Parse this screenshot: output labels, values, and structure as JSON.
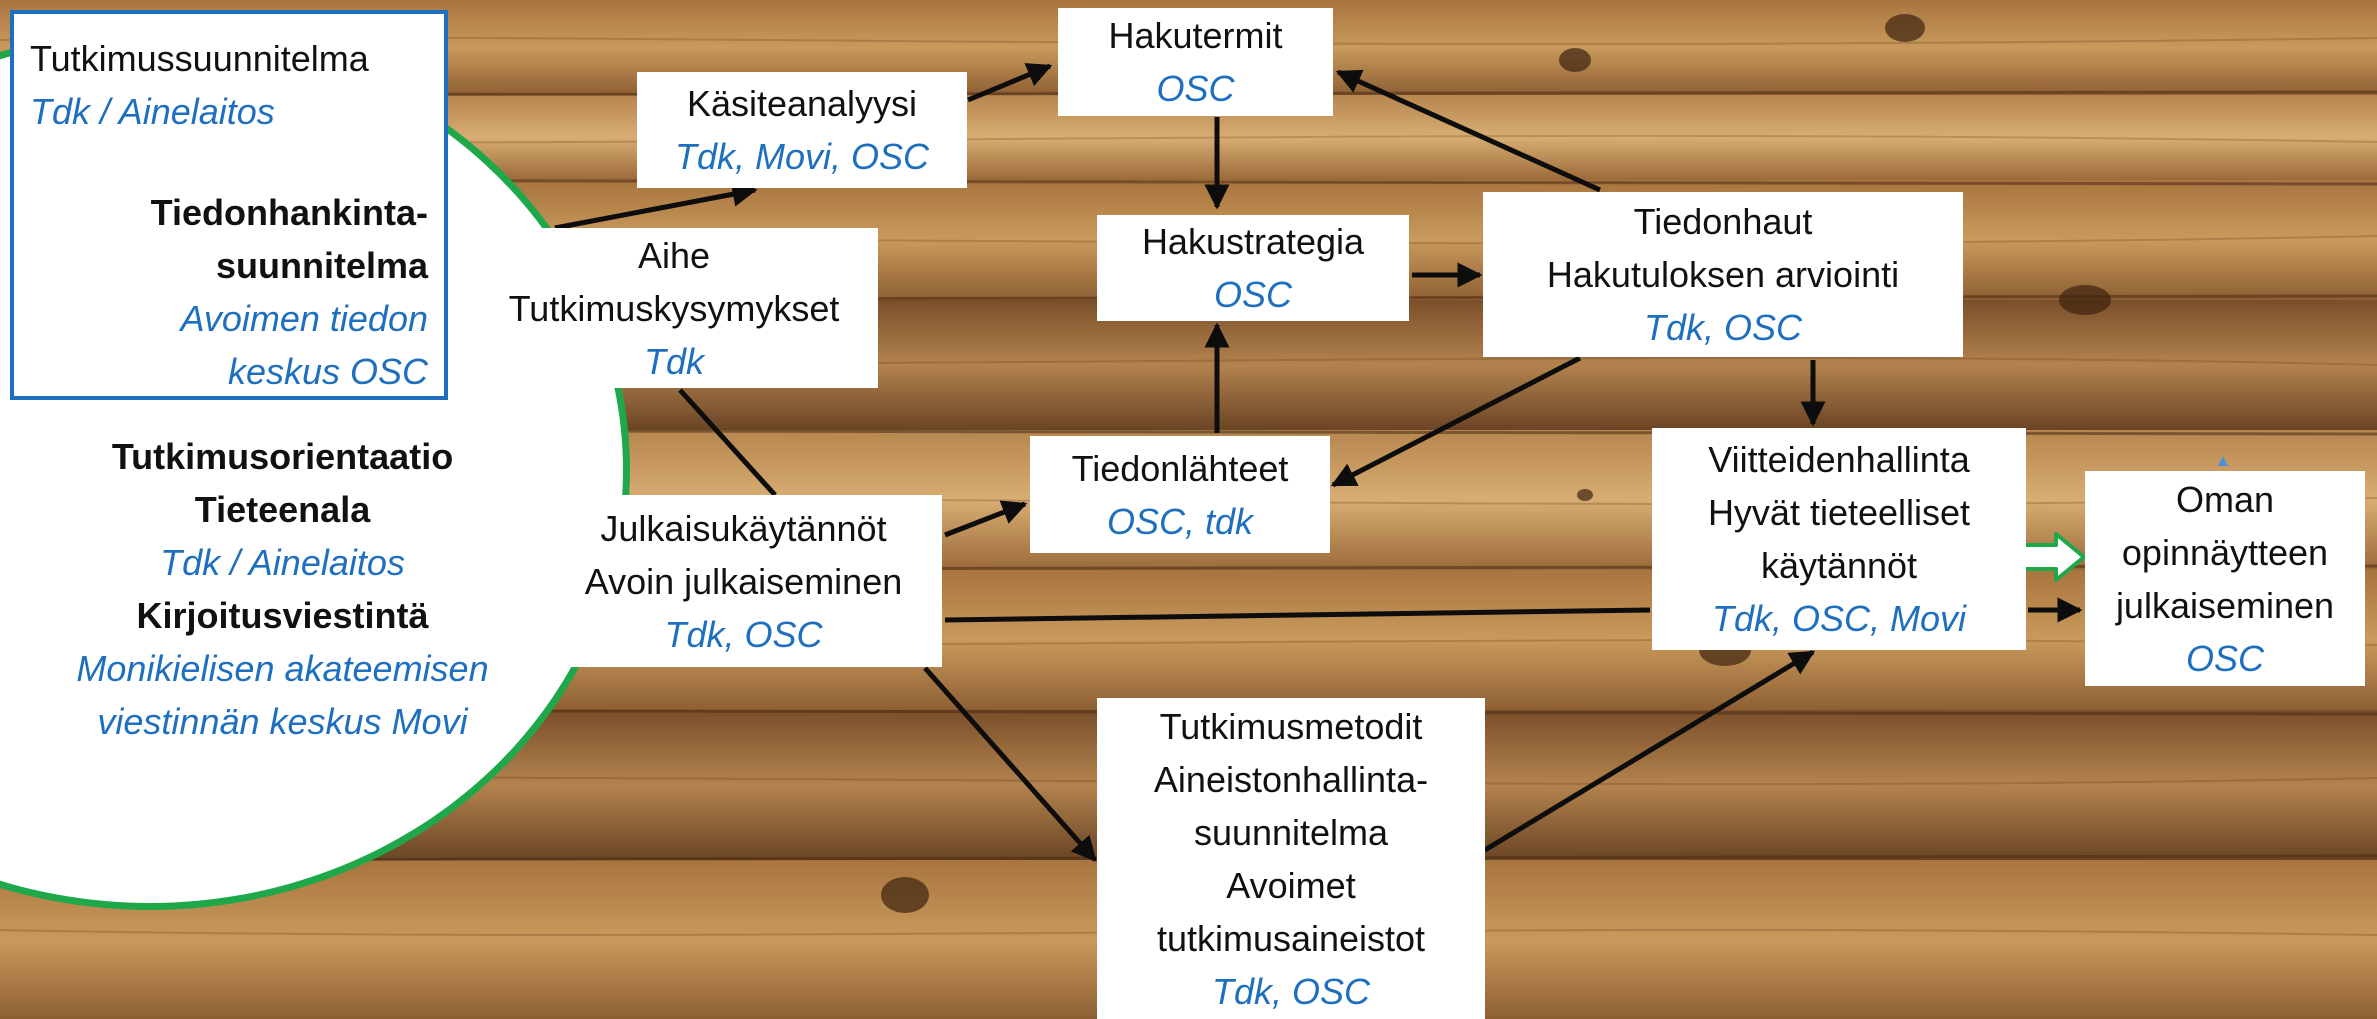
{
  "colors": {
    "accent_blue": "#1f6fbf",
    "ellipse_border": "#1fa84a",
    "arrow": "#0d0d0d",
    "wood_light": "#c99a5c",
    "wood_dark": "#7a4e2a"
  },
  "plan_box": {
    "title": "Tutkimussuunnitelma",
    "title_owner": "Tdk / Ainelaitos",
    "info_plan_line1": "Tiedonhankinta-",
    "info_plan_line2": "suunnitelma",
    "info_plan_owner_line1": "Avoimen tiedon",
    "info_plan_owner_line2": "keskus OSC"
  },
  "ellipse": {
    "line1": "Tutkimusorientaatio",
    "line2": "Tieteenala",
    "owner1": "Tdk / Ainelaitos",
    "line3": "Kirjoitusviestintä",
    "owner2_line1": "Monikielisen akateemisen",
    "owner2_line2": "viestinnän keskus Movi"
  },
  "nodes": {
    "kasiteanalyysi": {
      "label": "Käsiteanalyysi",
      "owner": "Tdk, Movi, OSC"
    },
    "hakutermit": {
      "label": "Hakutermit",
      "owner": "OSC"
    },
    "aihe": {
      "line1": "Aihe",
      "line2": "Tutkimuskysymykset",
      "owner": "Tdk"
    },
    "hakustrategia": {
      "label": "Hakustrategia",
      "owner": "OSC"
    },
    "tiedonhaut": {
      "line1": "Tiedonhaut",
      "line2": "Hakutuloksen arviointi",
      "owner": "Tdk, OSC"
    },
    "tiedonlahteet": {
      "label": "Tiedonlähteet",
      "owner": "OSC, tdk"
    },
    "julkaisukaytannot": {
      "line1": "Julkaisukäytännöt",
      "line2": "Avoin julkaiseminen",
      "owner": "Tdk, OSC"
    },
    "viitteidenhallinta": {
      "line1": "Viitteidenhallinta",
      "line2": "Hyvät tieteelliset",
      "line3": "käytännöt",
      "owner": "Tdk, OSC, Movi"
    },
    "oman": {
      "line1": "Oman",
      "line2": "opinnäytteen",
      "line3": "julkaiseminen",
      "owner": "OSC"
    },
    "tutkimusmetodit": {
      "line1": "Tutkimusmetodit",
      "line2": "Aineistonhallinta-",
      "line3": "suunnitelma",
      "line4": "Avoimet",
      "line5": "tutkimusaineistot",
      "owner": "Tdk, OSC"
    }
  }
}
